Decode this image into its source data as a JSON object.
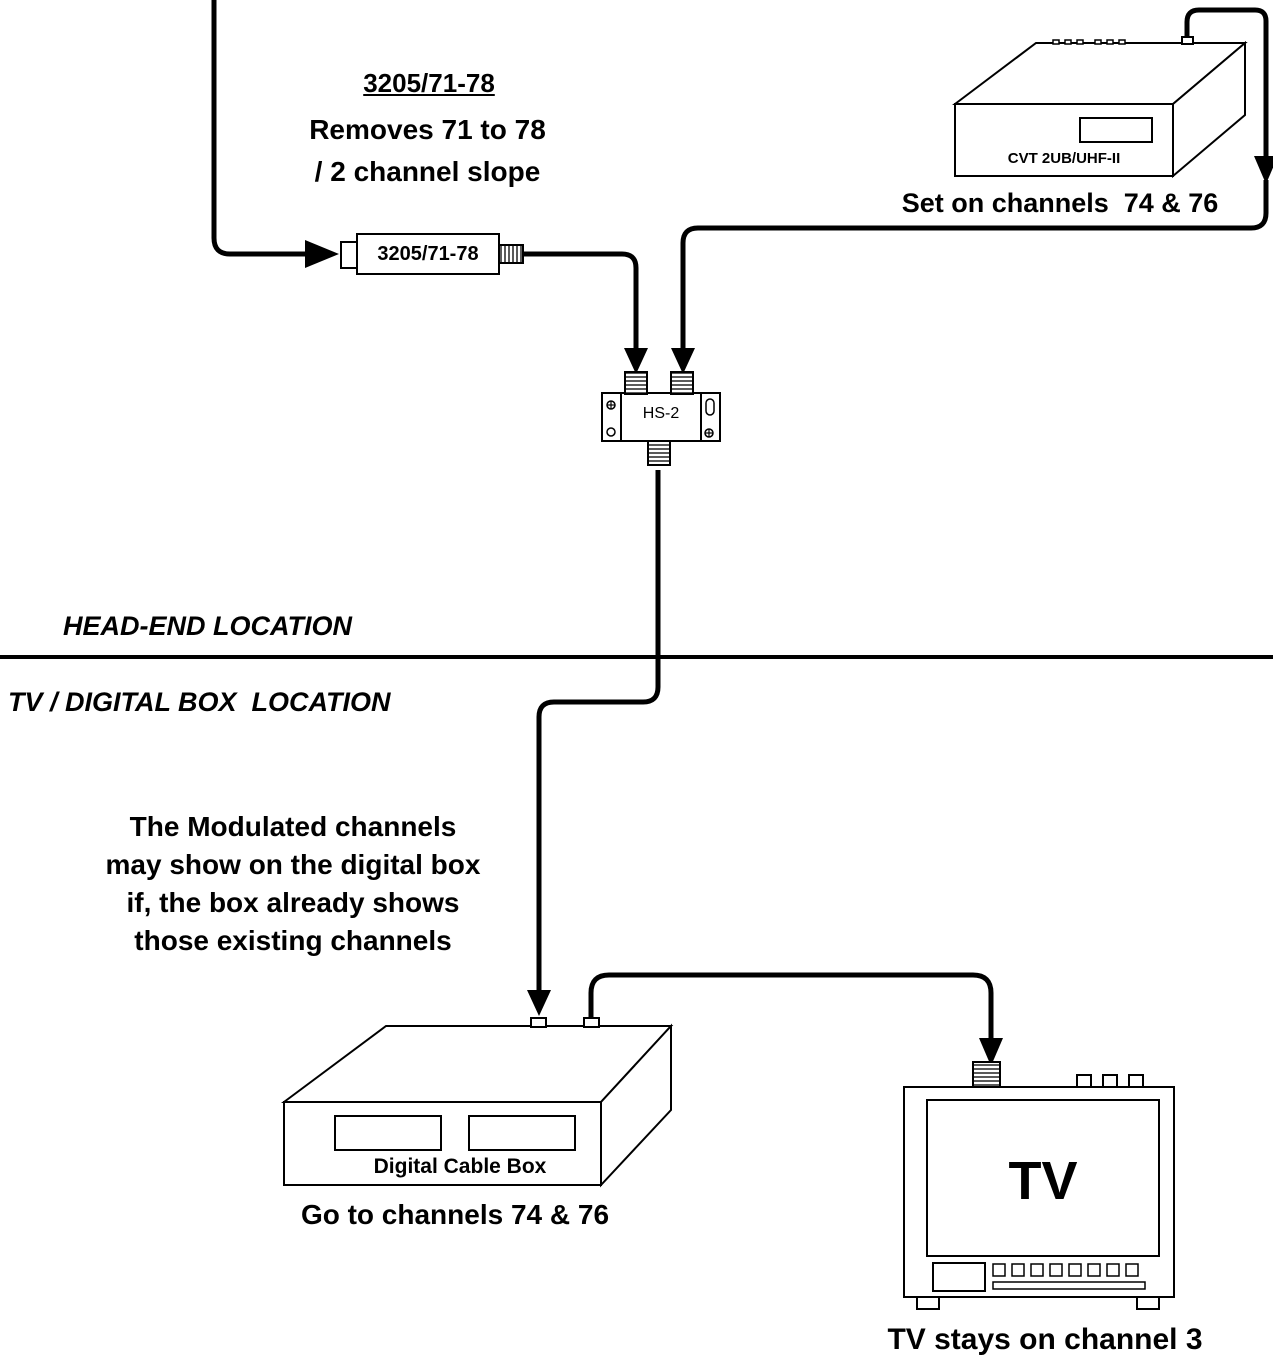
{
  "filter": {
    "heading": "3205/71-78",
    "description_line1": "Removes 71 to 78",
    "description_line2": "/ 2 channel slope",
    "device_label": "3205/71-78"
  },
  "modulator": {
    "device_label": "CVT 2UB/UHF-II",
    "caption": "Set on channels  74 & 76"
  },
  "splitter": {
    "device_label": "HS-2"
  },
  "locations": {
    "head_end": "HEAD-END LOCATION",
    "tv_digital_box": "TV / DIGITAL BOX  LOCATION"
  },
  "note": {
    "text": "The Modulated channels may show on the digital box if, the box already shows those existing channels"
  },
  "cable_box": {
    "device_label": "Digital Cable Box",
    "caption": "Go to channels 74 & 76"
  },
  "tv": {
    "screen_label": "TV",
    "caption": "TV stays on channel 3"
  }
}
